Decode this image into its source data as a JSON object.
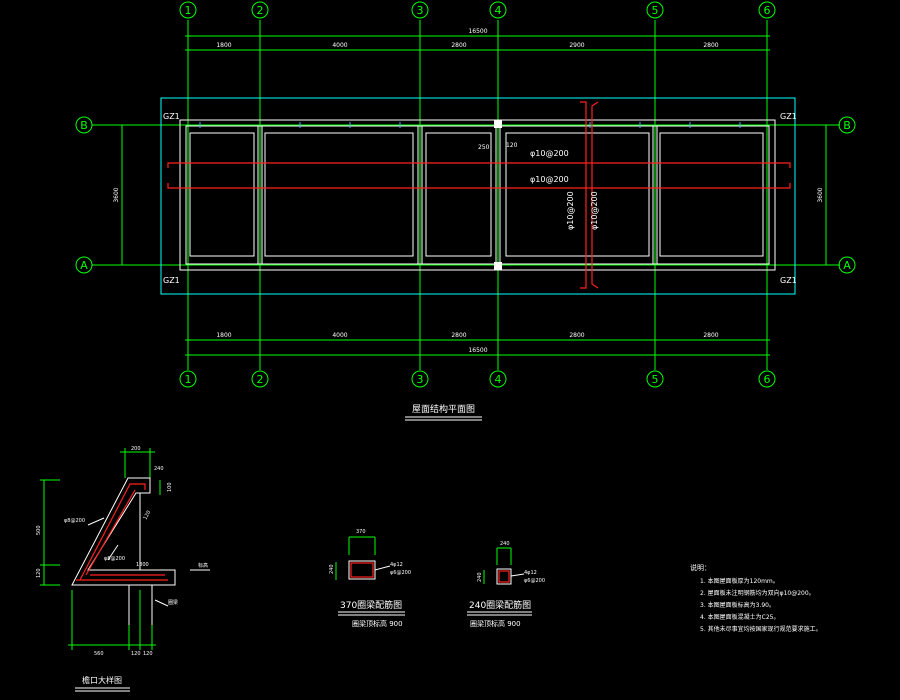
{
  "colors": {
    "background": "#000000",
    "grid": "#00ff00",
    "line": "#ffffff",
    "outline": "#00ffff",
    "rebar": "#ff2020",
    "tick": "#4aa8ff"
  },
  "axes_numbers": [
    "1",
    "2",
    "3",
    "4",
    "5",
    "6"
  ],
  "axes_letters": [
    "B",
    "A"
  ],
  "dims_top": {
    "total": "16500",
    "segments": [
      "1800",
      "4000",
      "2800",
      "2900",
      "2800"
    ]
  },
  "dims_bottom": {
    "total": "16500",
    "segments": [
      "1800",
      "4000",
      "2800",
      "2800",
      "2800"
    ]
  },
  "dim_vertical": "3600",
  "column_labels": [
    "GZ1",
    "GZ1",
    "GZ1",
    "GZ1"
  ],
  "rebar_labels": {
    "horizontal_1": "φ10@200",
    "horizontal_2": "φ10@200",
    "vertical_1": "φ10@200",
    "vertical_2": "φ10@200"
  },
  "small_dims": [
    "250",
    "120"
  ],
  "plan_title": "屋面结构平面图",
  "eave_detail": {
    "title": "檐口大样图",
    "dims": [
      "200",
      "240",
      "100",
      "500",
      "120",
      "560",
      "120",
      "120",
      "120",
      "1800"
    ],
    "labels": [
      "φ8@200",
      "φ8@200",
      "标高",
      "圈梁"
    ]
  },
  "beam_370": {
    "title": "370圈梁配筋图",
    "subtitle": "圈梁顶标高 900",
    "dims": [
      "370",
      "240"
    ],
    "labels": [
      "4φ12",
      "φ6@200"
    ]
  },
  "beam_240": {
    "title": "240圈梁配筋图",
    "subtitle": "圈梁顶标高 900",
    "dims": [
      "240",
      "240"
    ],
    "labels": [
      "4φ12",
      "φ6@200"
    ]
  },
  "notes": {
    "title": "说明：",
    "items": [
      "1. 本图屋面板厚为120mm。",
      "2. 屋面板未注明钢筋均为双向φ10@200。",
      "3. 本图屋面板标高为3.90。",
      "4. 本图屋面板混凝土为C25。",
      "5. 其他未尽事宜均按国家现行规范要求施工。"
    ]
  }
}
